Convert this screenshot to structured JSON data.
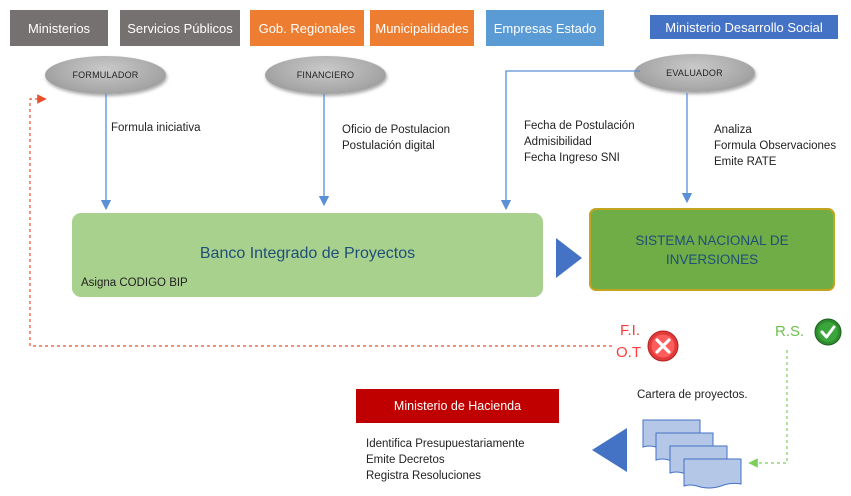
{
  "tabs": [
    {
      "label": "Ministerios",
      "color": "#767171"
    },
    {
      "label": "Servicios Públicos",
      "color": "#767171"
    },
    {
      "label": "Gob. Regionales",
      "color": "#ed7d31"
    },
    {
      "label": "Municipalidades",
      "color": "#ed7d31"
    },
    {
      "label": "Empresas Estado",
      "color": "#5b9bd5"
    },
    {
      "label": "Ministerio Desarrollo Social",
      "color": "#4472c4"
    }
  ],
  "roles": {
    "formulador": "FORMULADOR",
    "financiero": "FINANCIERO",
    "evaluador": "EVALUADOR"
  },
  "formulador_notes": [
    "Formula iniciativa"
  ],
  "financiero_notes": [
    "Oficio de Postulacion",
    "Postulación digital"
  ],
  "postulacion_notes": [
    "Fecha de Postulación",
    "Admisibilidad",
    "Fecha Ingreso SNI"
  ],
  "evaluador_notes": [
    "Analiza",
    "Formula Observaciones",
    "Emite RATE"
  ],
  "banco": {
    "title": "Banco Integrado de Proyectos",
    "subtitle": "Asigna CODIGO BIP"
  },
  "sni": {
    "line1": "SISTEMA NACIONAL DE",
    "line2": "INVERSIONES"
  },
  "rejection": {
    "line1": "F.I.",
    "line2": "O.T"
  },
  "approval": {
    "label": "R.S."
  },
  "cartera": {
    "label": "Cartera de proyectos."
  },
  "hacienda": {
    "title": "Ministerio de Hacienda",
    "items": [
      "Identifica Presupuestariamente",
      "Emite Decretos",
      "Registra Resoluciones"
    ]
  },
  "colors": {
    "arrow_blue": "#5b8fd6",
    "dashed_red": "#e8502a",
    "dashed_green": "#7ccf5a",
    "rejection_text": "#ff3b3b",
    "approval_text": "#6ec14f",
    "banco_text": "#1f4e79"
  },
  "icons": {
    "reject": "x-circle-icon",
    "approve": "check-circle-icon"
  }
}
